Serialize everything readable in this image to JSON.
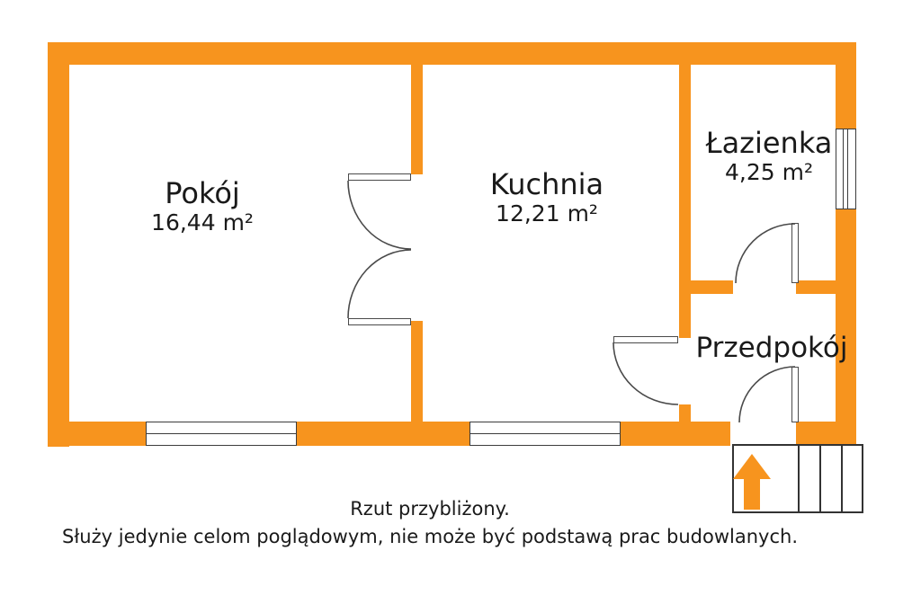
{
  "plan": {
    "title": "floor-plan",
    "rooms": [
      {
        "name": "Pokój",
        "area": "16,44 m²"
      },
      {
        "name": "Kuchnia",
        "area": "12,21 m²"
      },
      {
        "name": "Łazienka",
        "area": "4,25 m²"
      },
      {
        "name": "Przedpokój",
        "area": ""
      }
    ],
    "disclaimer": {
      "line1": "Rzut przybliżony.",
      "line2": "Służy jedynie celom poglądowym, nie może być podstawą prac budowlanych."
    },
    "icons": {
      "entrance_arrow": "up-arrow-icon"
    },
    "colors": {
      "wall": "#F7941E",
      "line": "#4a4a4a",
      "text": "#1a1a1a",
      "background": "#ffffff"
    }
  }
}
